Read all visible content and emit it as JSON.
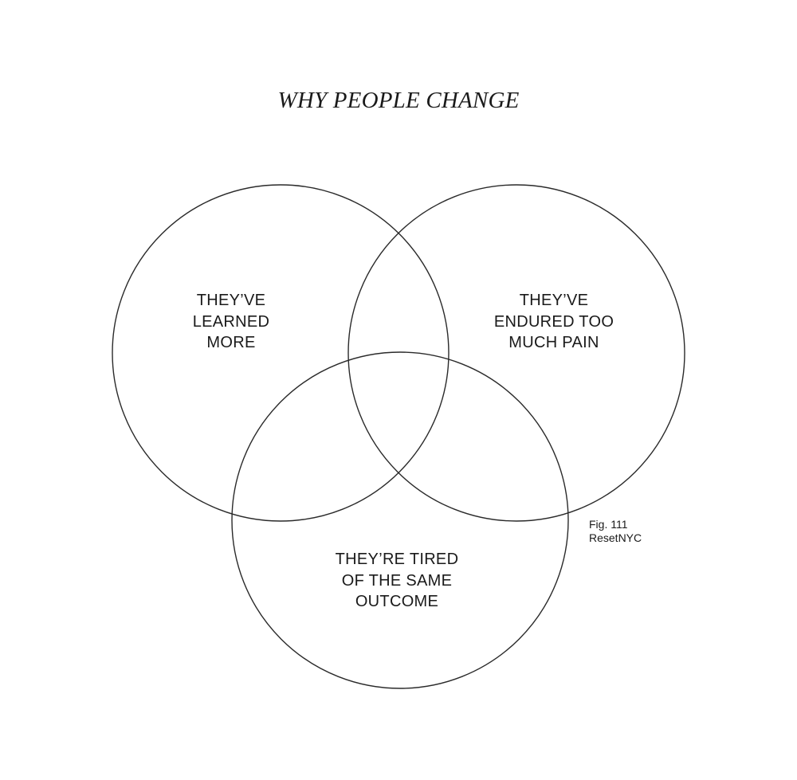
{
  "diagram": {
    "title": "WHY PEOPLE CHANGE",
    "sets": [
      {
        "id": "left",
        "lines": [
          "THEY’VE",
          "LEARNED",
          "MORE"
        ]
      },
      {
        "id": "right",
        "lines": [
          "THEY’VE",
          "ENDURED TOO",
          "MUCH PAIN"
        ]
      },
      {
        "id": "bottom",
        "lines": [
          "THEY’RE TIRED",
          "OF THE SAME",
          "OUTCOME"
        ]
      }
    ],
    "caption": [
      "Fig. 111",
      "ResetNYC"
    ],
    "stroke_color": "#2a2a2a",
    "text_color": "#1a1a1a",
    "background": "#ffffff"
  }
}
